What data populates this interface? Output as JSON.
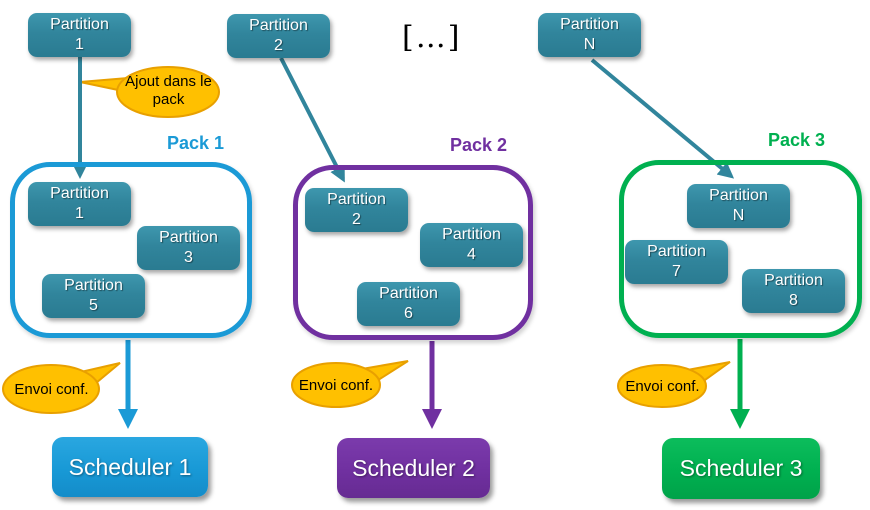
{
  "colors": {
    "partition_teal": "#31859C",
    "pack1_blue": "#1B9AD6",
    "pack2_purple": "#7030A0",
    "pack3_green": "#00B050",
    "callout_fill_orange": "#FFC000",
    "callout_border_orange": "#E8A000",
    "arrow_teal": "#31859C"
  },
  "top_row": {
    "partitions": [
      {
        "line1": "Partition",
        "line2": "1"
      },
      {
        "line1": "Partition",
        "line2": "2"
      },
      {
        "line1": "Partition",
        "line2": "N"
      }
    ],
    "ellipsis": "[…]"
  },
  "callouts": {
    "add_to_pack": {
      "line1": "Ajout dans le",
      "line2": "pack"
    },
    "send_conf": "Envoi conf."
  },
  "packs": [
    {
      "title": "Pack 1",
      "partitions": [
        {
          "line1": "Partition",
          "line2": "1"
        },
        {
          "line1": "Partition",
          "line2": "3"
        },
        {
          "line1": "Partition",
          "line2": "5"
        }
      ]
    },
    {
      "title": "Pack 2",
      "partitions": [
        {
          "line1": "Partition",
          "line2": "2"
        },
        {
          "line1": "Partition",
          "line2": "4"
        },
        {
          "line1": "Partition",
          "line2": "6"
        }
      ]
    },
    {
      "title": "Pack 3",
      "partitions": [
        {
          "line1": "Partition",
          "line2": "N"
        },
        {
          "line1": "Partition",
          "line2": "7"
        },
        {
          "line1": "Partition",
          "line2": "8"
        }
      ]
    }
  ],
  "schedulers": [
    {
      "label": "Scheduler 1"
    },
    {
      "label": "Scheduler 2"
    },
    {
      "label": "Scheduler 3"
    }
  ]
}
